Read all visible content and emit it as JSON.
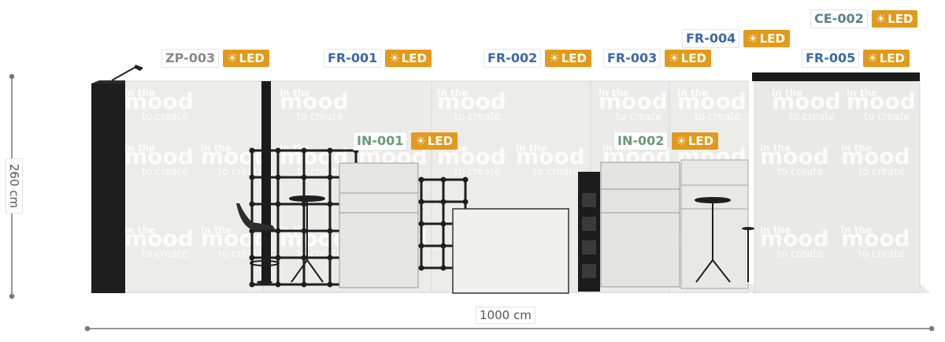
{
  "dimensions": {
    "height": "260 cm",
    "width": "1000 cm"
  },
  "brand": {
    "line1": "in the",
    "line2": "mood",
    "line3": "to create"
  },
  "led_label": "LED",
  "colors": {
    "led_badge": "#e39a1a",
    "code_gray": "#8a8a8a",
    "code_blue": "#3b68a6",
    "code_green": "#6b9a78",
    "code_teal": "#5a7f8e",
    "wall": "#ebebe9",
    "frame": "#1e1e1e"
  },
  "tags": [
    {
      "code": "ZP-003",
      "color": "code_gray"
    },
    {
      "code": "FR-001",
      "color": "code_blue"
    },
    {
      "code": "FR-002",
      "color": "code_blue"
    },
    {
      "code": "FR-003",
      "color": "code_blue"
    },
    {
      "code": "FR-004",
      "color": "code_blue"
    },
    {
      "code": "CE-002",
      "color": "code_teal"
    },
    {
      "code": "FR-005",
      "color": "code_blue"
    },
    {
      "code": "IN-001",
      "color": "code_green"
    },
    {
      "code": "IN-002",
      "color": "code_green"
    }
  ]
}
